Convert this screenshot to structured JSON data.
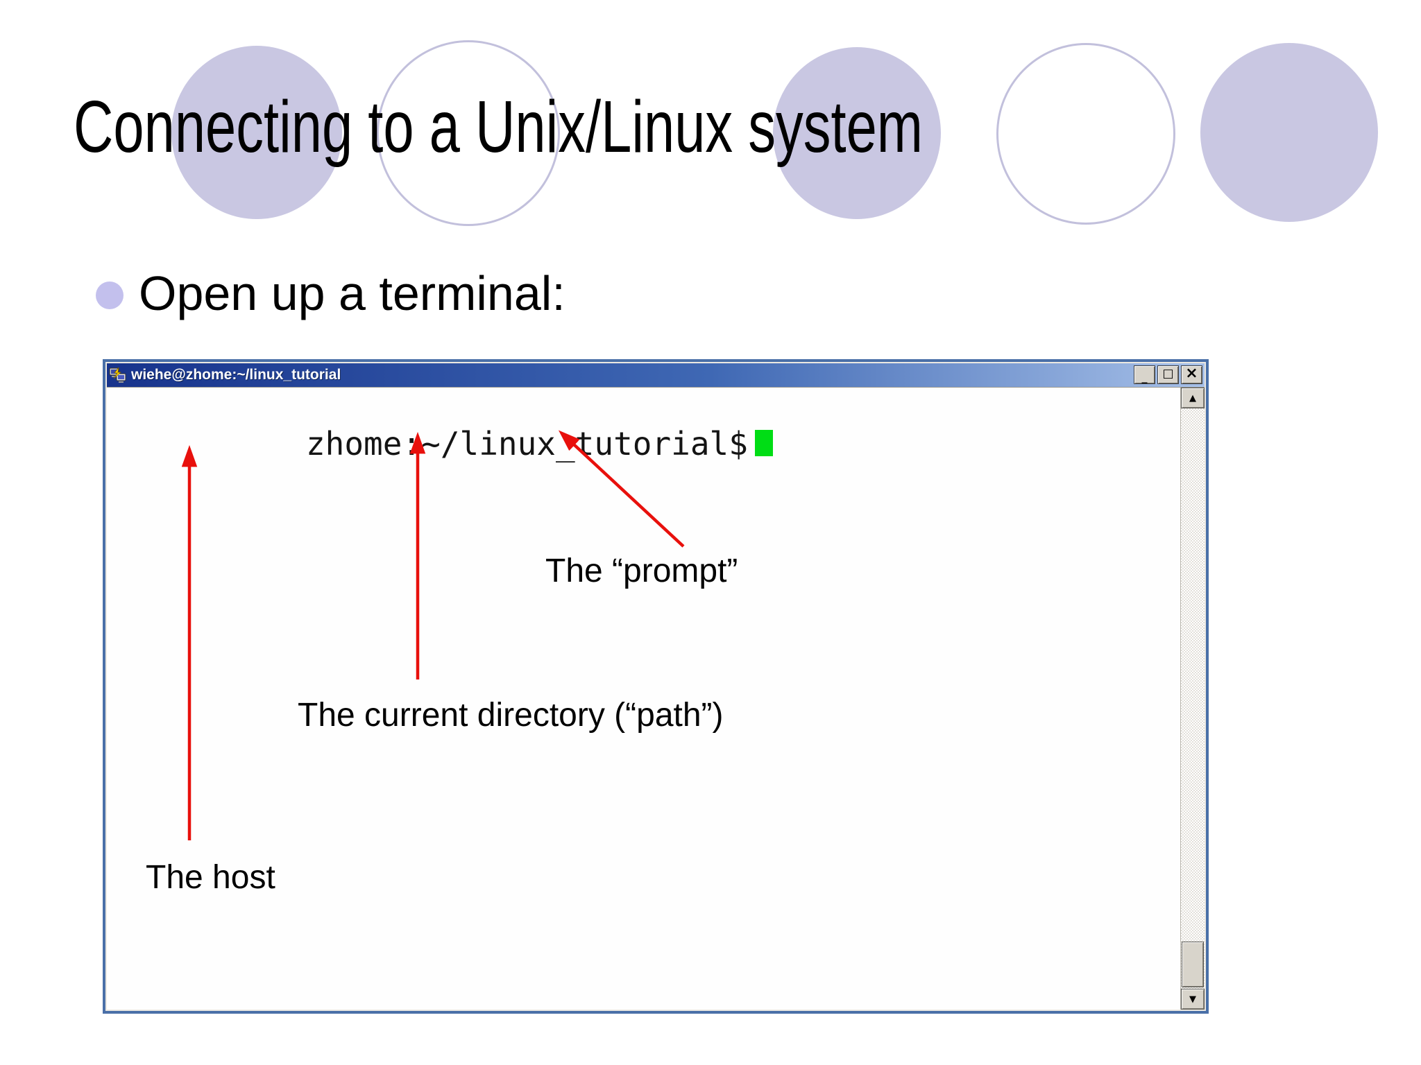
{
  "slide": {
    "title": "Connecting to a Unix/Linux system",
    "bullet_text": "Open up a terminal:"
  },
  "terminal_window": {
    "title": "wiehe@zhome:~/linux_tutorial",
    "prompt": "zhome:~/linux_tutorial$",
    "controls": {
      "minimize": "_",
      "maximize": "□",
      "close": "×"
    },
    "scrollbar": {
      "up": "▲",
      "down": "▼"
    }
  },
  "annotations": {
    "prompt_label": "The “prompt”",
    "path_label": "The current directory (“path”)",
    "host_label": "The host"
  },
  "colors": {
    "circle_fill": "#c9c7e2",
    "circle_outline": "#c2c0dc",
    "bullet_dot": "#c3c0ed",
    "titlebar_left": "#17338c",
    "titlebar_mid": "#3f68b4",
    "titlebar_right": "#a6c0e8",
    "window_frame": "#4a70a8",
    "button_face": "#d8d4cb",
    "cursor_green": "#00dd15",
    "arrow_red": "#e8100c"
  }
}
